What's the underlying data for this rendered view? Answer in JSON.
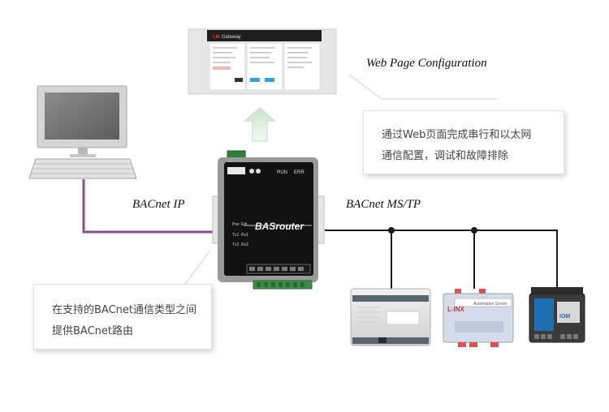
{
  "labels": {
    "web_config": "Web Page Configuration",
    "bacnet_ip": "BACnet  IP",
    "bacnet_mstp": "BACnet   MS/TP"
  },
  "callouts": {
    "web_desc_1": "通过Web页面完成串行和以太网",
    "web_desc_2": "通信配置，调试和故障排除",
    "router_desc_1": "在支持的BACnet通信类型之间",
    "router_desc_2": "提供BACnet路由"
  },
  "gateway_window": {
    "logo": "LM",
    "title": "Gateway"
  },
  "router": {
    "name": "BASrouter",
    "led_run": "RUN",
    "led_err": "ERR",
    "port_labels": [
      "Pwr",
      "Tx1",
      "Rx1",
      "Eth",
      "Tx2",
      "Rx2"
    ]
  },
  "devices": {
    "d2_brand": "L-INX",
    "d2_text": "Automation Server",
    "d3_text": "IOM"
  },
  "colors": {
    "ip_cable": "#8b4c8c",
    "bus": "#1a1a1a",
    "router_body": "#121212",
    "arrow": "#d7ead7"
  }
}
